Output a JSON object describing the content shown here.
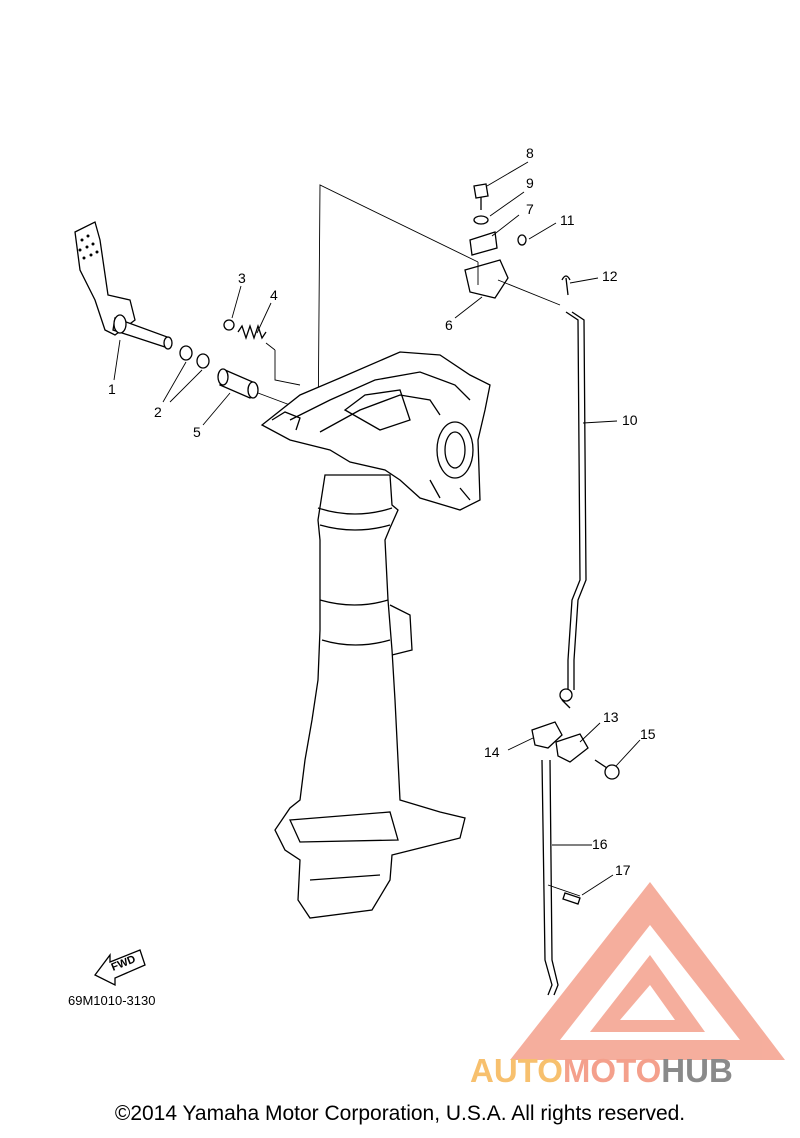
{
  "diagram": {
    "callouts": [
      "1",
      "2",
      "3",
      "4",
      "5",
      "6",
      "7",
      "8",
      "9",
      "10",
      "11",
      "12",
      "13",
      "14",
      "15",
      "16",
      "17"
    ],
    "diagram_code": "69M1010-3130",
    "fwd_label": "FWD"
  },
  "watermark": {
    "part_a": "AUTO",
    "part_b": "MOTO",
    "part_c": "HUB",
    "colors": {
      "triangle": "#f4a08c",
      "auto": "#f7c06e",
      "moto": "#f4a08c",
      "hub": "#8a8a8a"
    }
  },
  "footer": {
    "copyright": "©2014 Yamaha Motor Corporation, U.S.A. All rights reserved."
  }
}
